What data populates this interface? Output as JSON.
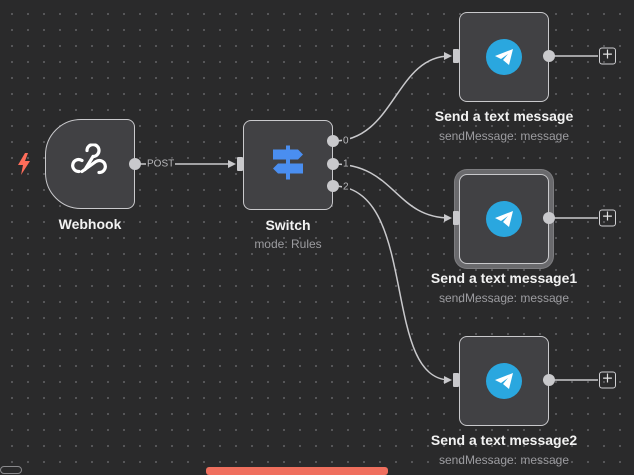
{
  "nodes": {
    "webhook": {
      "title": "Webhook",
      "output_label": "POST"
    },
    "switch": {
      "title": "Switch",
      "subtitle": "mode: Rules",
      "outputs": [
        "0",
        "1",
        "2"
      ]
    },
    "send1": {
      "title": "Send a text message",
      "subtitle": "sendMessage: message"
    },
    "send2": {
      "title": "Send a text message1",
      "subtitle": "sendMessage: message"
    },
    "send3": {
      "title": "Send a text message2",
      "subtitle": "sendMessage: message"
    }
  },
  "icons": {
    "trigger": "lightning-bolt-icon",
    "webhook": "webhook-icon",
    "switch": "signpost-icon",
    "telegram": "telegram-icon",
    "add": "plus-square-icon"
  },
  "colors": {
    "canvas": "#2a2a2b",
    "node_bg": "#414144",
    "node_border": "#c9c9cc",
    "telegram": "#2aa7df",
    "switch_icon": "#4a8ef0",
    "trigger_bolt": "#ff6d5a"
  },
  "add_symbol": "+"
}
